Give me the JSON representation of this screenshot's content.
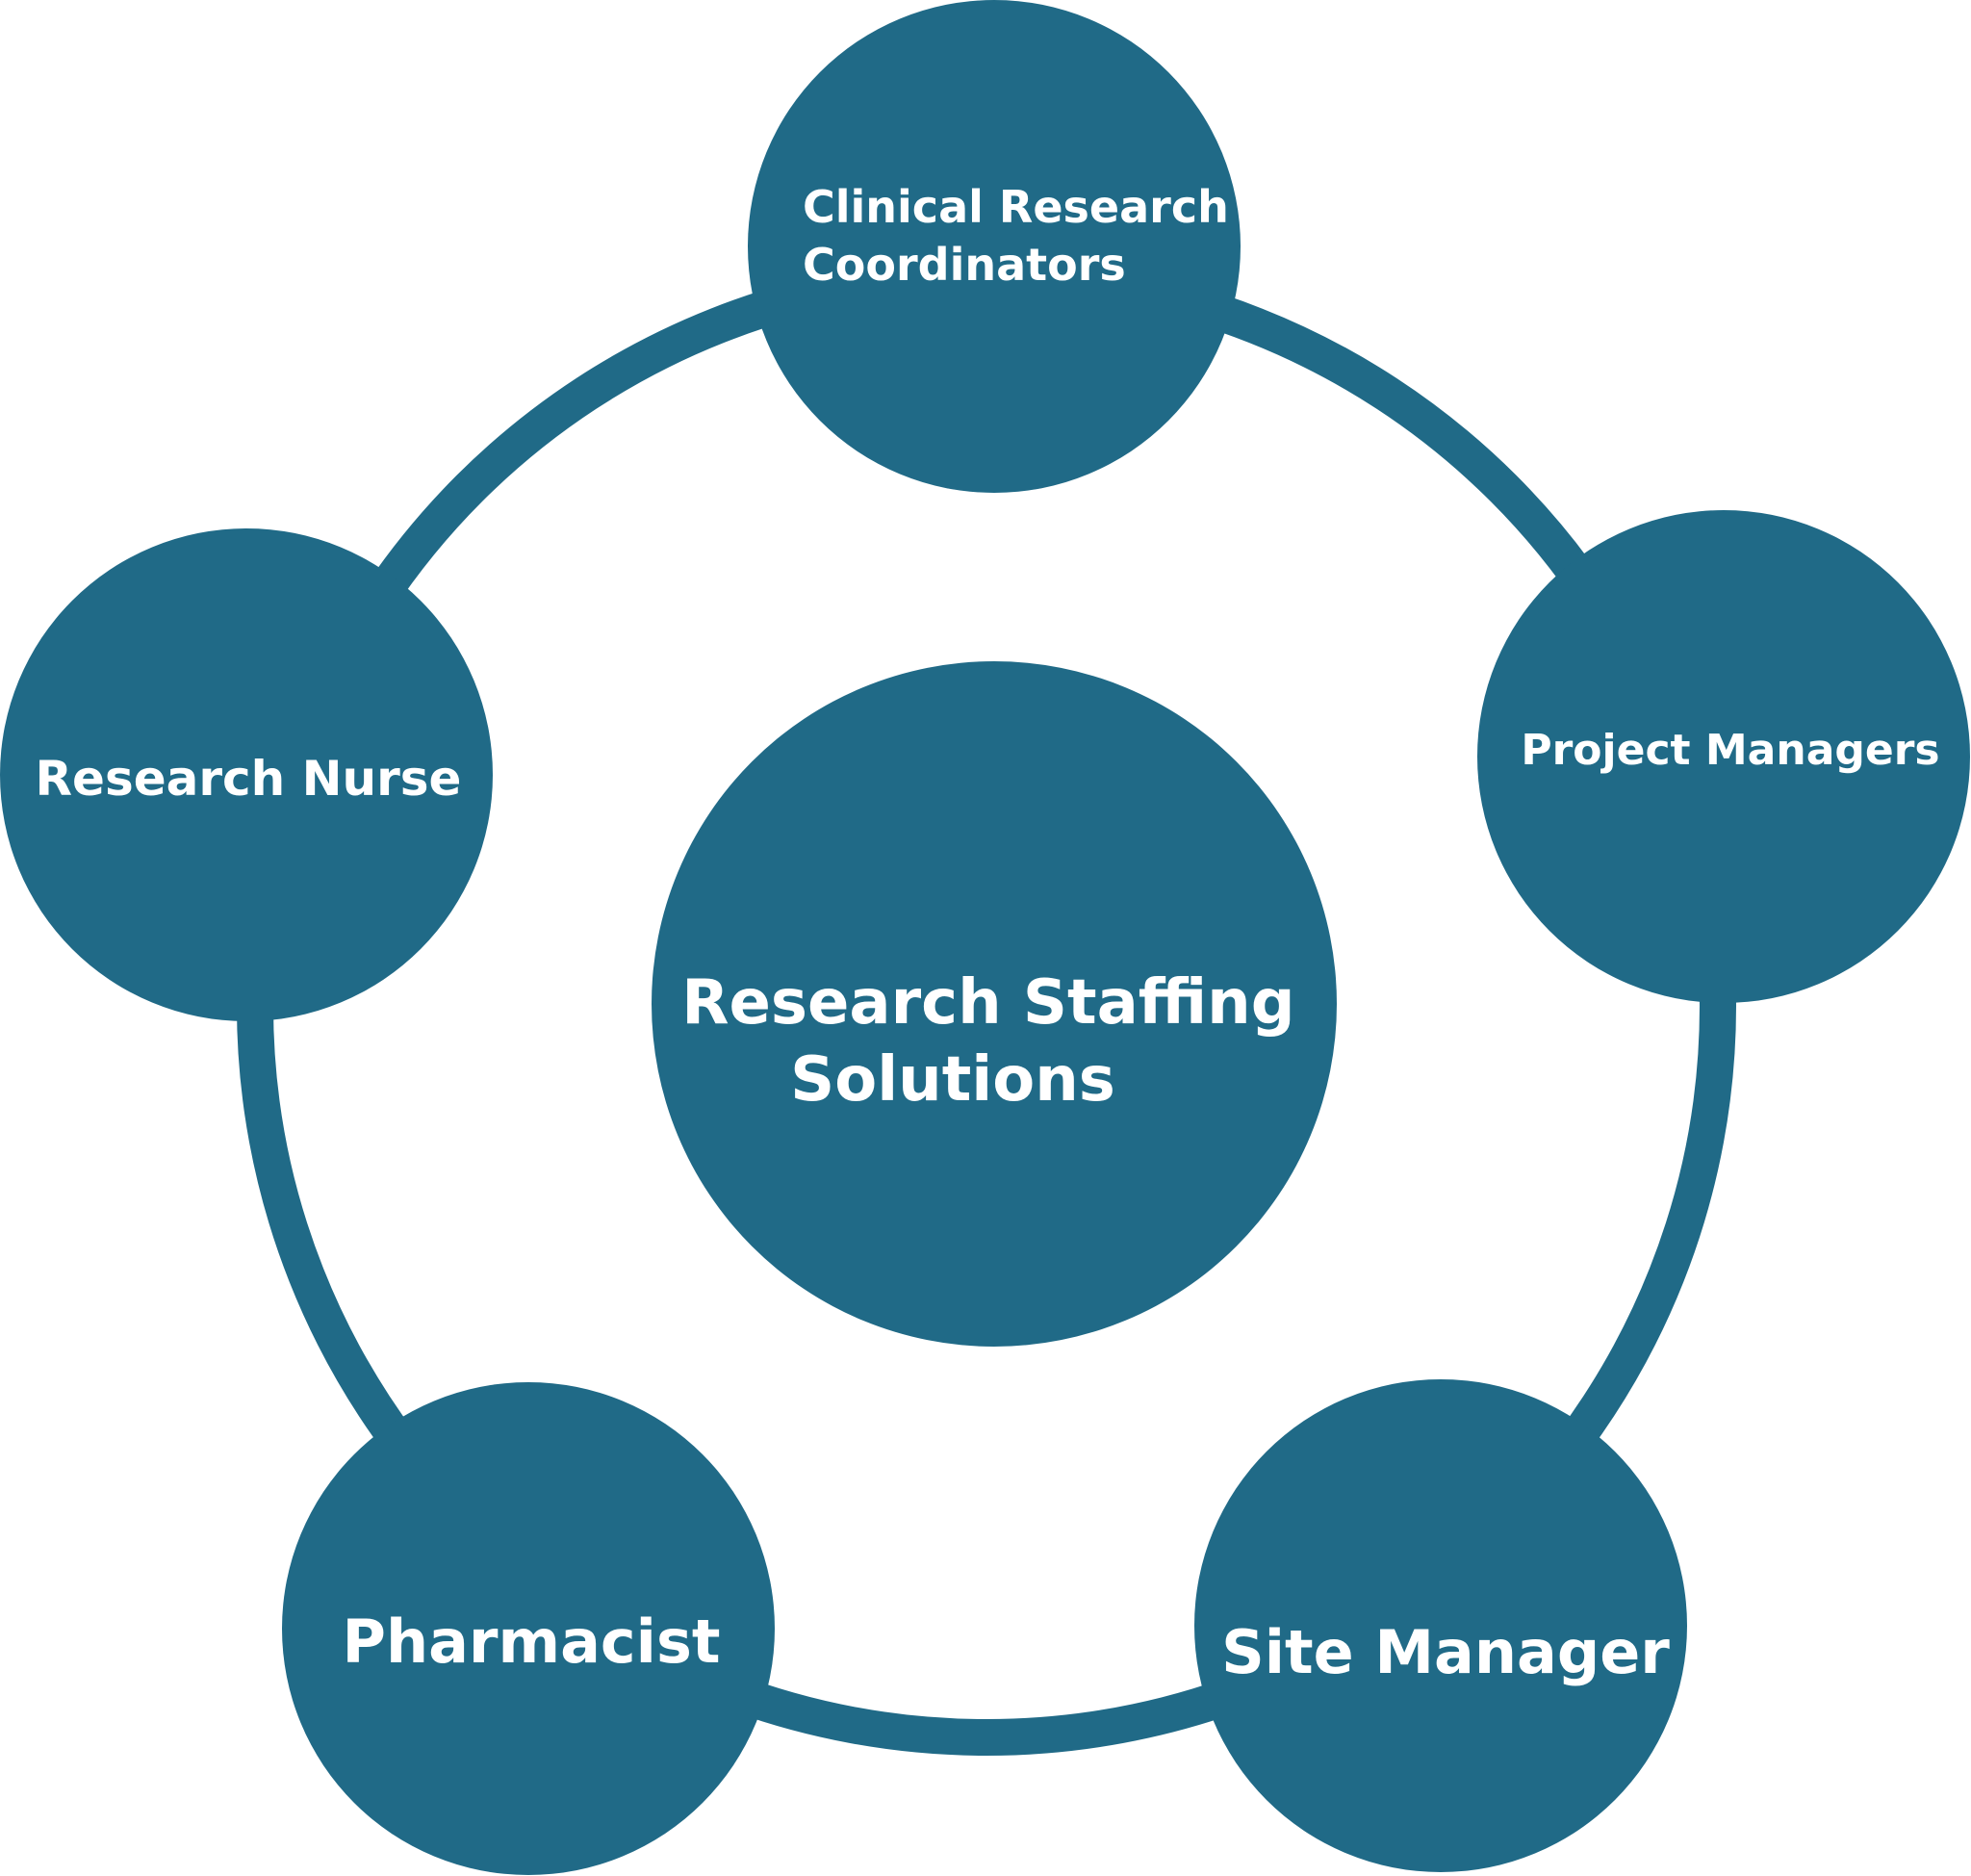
{
  "colors": {
    "primary": "#206a87",
    "text": "#ffffff",
    "background": "#ffffff"
  },
  "center": {
    "label_lines": [
      "Research Staffing",
      "Solutions"
    ]
  },
  "nodes": [
    {
      "id": "clinical-research-coordinators",
      "label_lines": [
        "Clinical Research",
        "Coordinators"
      ]
    },
    {
      "id": "project-managers",
      "label_lines": [
        "Project Managers"
      ]
    },
    {
      "id": "site-manager",
      "label_lines": [
        "Site Manager"
      ]
    },
    {
      "id": "pharmacist",
      "label_lines": [
        "Pharmacist"
      ]
    },
    {
      "id": "research-nurse",
      "label_lines": [
        "Research Nurse"
      ]
    }
  ]
}
